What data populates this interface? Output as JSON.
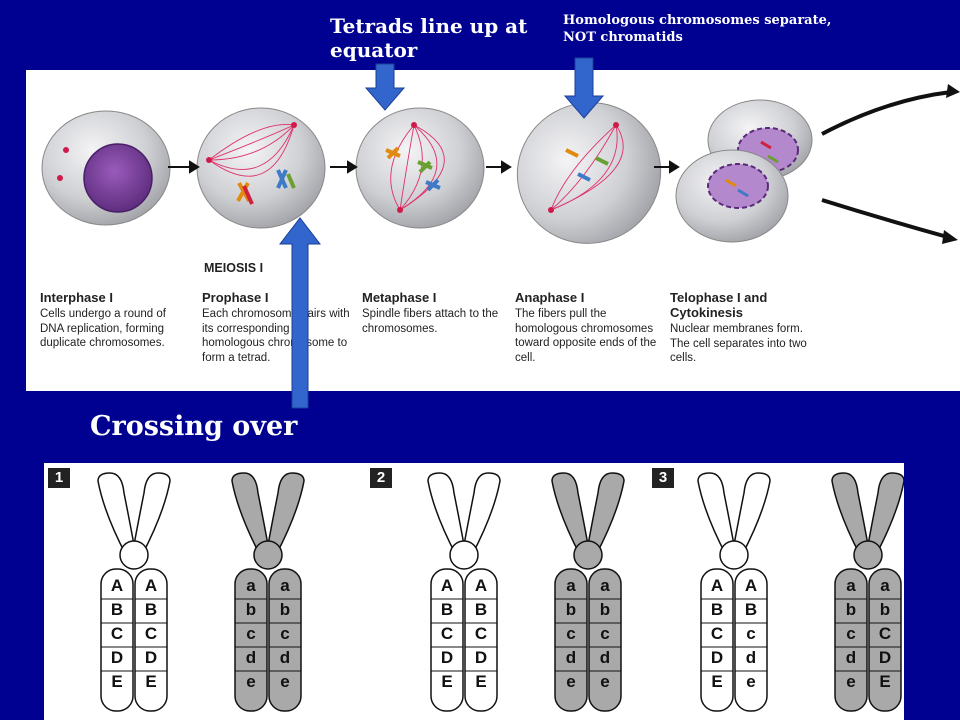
{
  "annotations": {
    "tetrads": "Tetrads line up at equator",
    "homologous": "Homologous chromosomes separate, NOT chromatids",
    "crossing_over": "Crossing over"
  },
  "meiosis_label": "MEIOSIS I",
  "stages": [
    {
      "title": "Interphase I",
      "description": "Cells undergo a round of DNA replication, forming duplicate chromosomes."
    },
    {
      "title": "Prophase I",
      "description": "Each chromosome pairs with its corresponding homologous chromosome to form a tetrad."
    },
    {
      "title": "Metaphase I",
      "description": "Spindle fibers attach to the chromosomes."
    },
    {
      "title": "Anaphase I",
      "description": "The fibers pull the homologous chromosomes toward opposite ends of the cell."
    },
    {
      "title": "Telophase I and Cytokinesis",
      "description": "Nuclear membranes form. The cell separates into two cells."
    }
  ],
  "crossing_panels": [
    {
      "number": "1"
    },
    {
      "number": "2"
    },
    {
      "number": "3"
    }
  ],
  "alleles": {
    "dominant": [
      "A",
      "B",
      "C",
      "D",
      "E"
    ],
    "recessive": [
      "a",
      "b",
      "c",
      "d",
      "e"
    ]
  },
  "colors": {
    "background": "#010191",
    "arrow_blue": "#3366cc",
    "cell_gray": "#c9cacd",
    "nucleus_purple": "#7a3e99",
    "spindle_red": "#e0306a",
    "chromosome_gray": "#a9a9a9"
  }
}
